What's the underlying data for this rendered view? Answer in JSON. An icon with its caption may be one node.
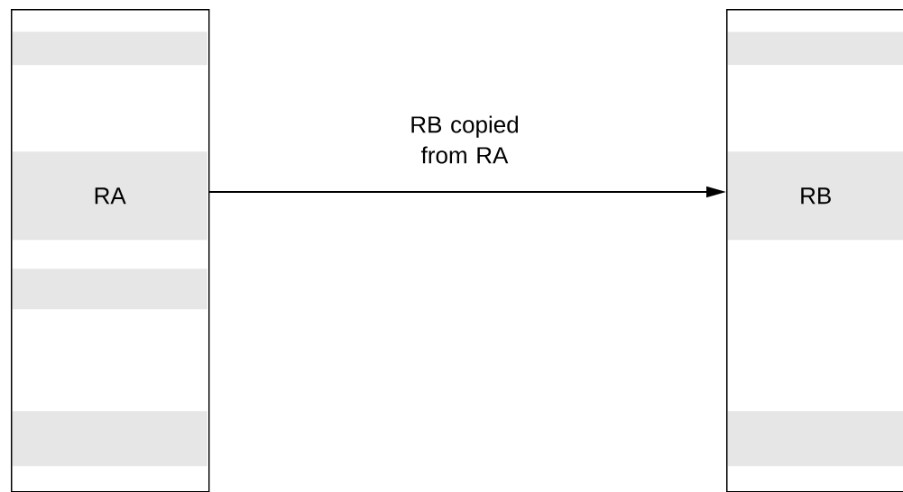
{
  "diagram": {
    "nodes": [
      {
        "text": [],
        "shape": "box"
      },
      {
        "text": [],
        "shape": "bar",
        "in": 0
      },
      {
        "text": [
          "RA"
        ],
        "in": 0
      },
      {
        "text": [],
        "shape": "bar",
        "in": 0
      },
      {
        "text": [],
        "shape": "bar",
        "in": 0
      },
      {
        "text": [],
        "shape": "box"
      },
      {
        "text": [],
        "shape": "bar",
        "in": 5
      },
      {
        "text": [
          "RB"
        ],
        "in": 5
      },
      {
        "text": [],
        "shape": "bar",
        "in": 5
      }
    ],
    "edges": [
      {
        "from": 2,
        "to": 7,
        "arrow": "to",
        "label": "RB copied from RA"
      }
    ]
  }
}
